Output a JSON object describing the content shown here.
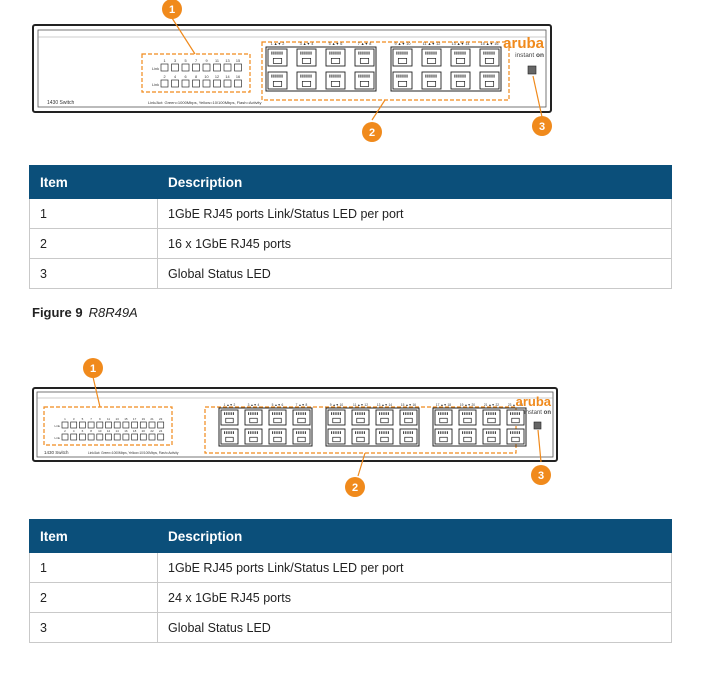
{
  "figure1": {
    "device_label": "1430 Switch",
    "brand": "aruba",
    "brand_sub_prefix": "instant",
    "brand_sub_suffix": "on",
    "led_legend": "Link/Act: Green=1000Mbps, Yellow=10/100Mbps, Flash=Activity",
    "link_label": "Link",
    "led_top_numbers": [
      "1",
      "3",
      "5",
      "7",
      "9",
      "11",
      "13",
      "15"
    ],
    "led_bottom_numbers": [
      "2",
      "4",
      "6",
      "8",
      "10",
      "12",
      "14",
      "16"
    ],
    "port_labels": [
      "1",
      "2",
      "3",
      "4",
      "5",
      "6",
      "7",
      "8",
      "9",
      "10",
      "11",
      "12",
      "13",
      "14",
      "15",
      "16"
    ],
    "callouts": [
      "1",
      "2",
      "3"
    ]
  },
  "table1": {
    "headers": [
      "Item",
      "Description"
    ],
    "rows": [
      {
        "item": "1",
        "description": "1GbE RJ45 ports Link/Status LED per port"
      },
      {
        "item": "2",
        "description": "16 x 1GbE RJ45 ports"
      },
      {
        "item": "3",
        "description": "Global Status LED"
      }
    ]
  },
  "caption": {
    "label": "Figure 9",
    "id": "R8R49A"
  },
  "figure2": {
    "device_label": "1430 Switch",
    "brand": "aruba",
    "brand_sub_prefix": "instant",
    "brand_sub_suffix": "on",
    "led_legend": "Link/Act: Green=1000Mbps, Yellow=10/100Mbps, Flash=Activity",
    "link_label": "Link",
    "led_top_numbers": [
      "1",
      "3",
      "5",
      "7",
      "9",
      "11",
      "13",
      "15",
      "17",
      "19",
      "21",
      "23"
    ],
    "led_bottom_numbers": [
      "2",
      "4",
      "6",
      "8",
      "10",
      "12",
      "14",
      "16",
      "18",
      "20",
      "22",
      "24"
    ],
    "port_labels": [
      "1",
      "2",
      "3",
      "4",
      "5",
      "6",
      "7",
      "8",
      "9",
      "10",
      "11",
      "12",
      "13",
      "14",
      "15",
      "16",
      "17",
      "18",
      "19",
      "20",
      "21",
      "22",
      "23",
      "24"
    ],
    "callouts": [
      "1",
      "2",
      "3"
    ]
  },
  "table2": {
    "headers": [
      "Item",
      "Description"
    ],
    "rows": [
      {
        "item": "1",
        "description": "1GbE RJ45 ports Link/Status LED per port"
      },
      {
        "item": "2",
        "description": "24 x 1GbE RJ45 ports"
      },
      {
        "item": "3",
        "description": "Global Status LED"
      }
    ]
  },
  "colors": {
    "callout": "#f08a1c",
    "dashed": "#f08a1c",
    "brand": "#f08a1c",
    "table_header": "#0b4f7a"
  }
}
